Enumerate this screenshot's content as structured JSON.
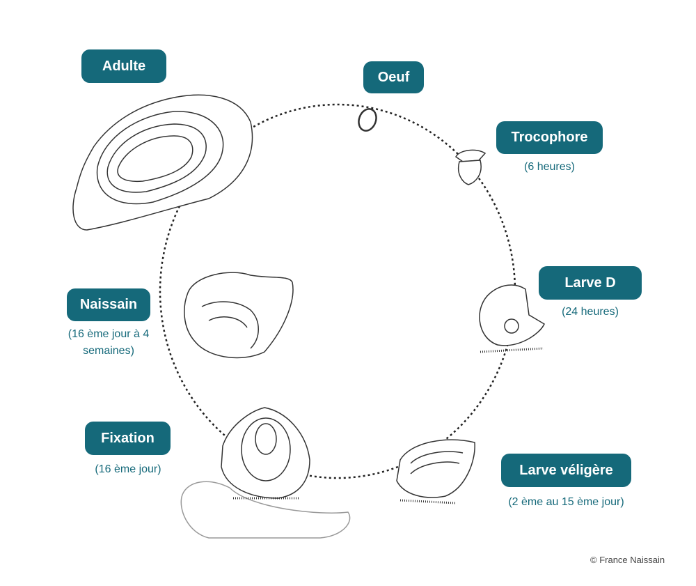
{
  "accent_color": "#15697a",
  "stages": {
    "adulte": {
      "label": "Adulte"
    },
    "oeuf": {
      "label": "Oeuf"
    },
    "trocophore": {
      "label": "Trocophore",
      "duration": "(6 heures)"
    },
    "larve_d": {
      "label": "Larve D",
      "duration": "(24 heures)"
    },
    "larve_veligere": {
      "label": "Larve véligère",
      "duration": "(2 ème au 15 ème jour)"
    },
    "fixation": {
      "label": "Fixation",
      "duration": "(16 ème jour)"
    },
    "naissain": {
      "label": "Naissain",
      "duration": "(16 ème jour à 4 semaines)"
    }
  },
  "credit": "© France Naissain"
}
